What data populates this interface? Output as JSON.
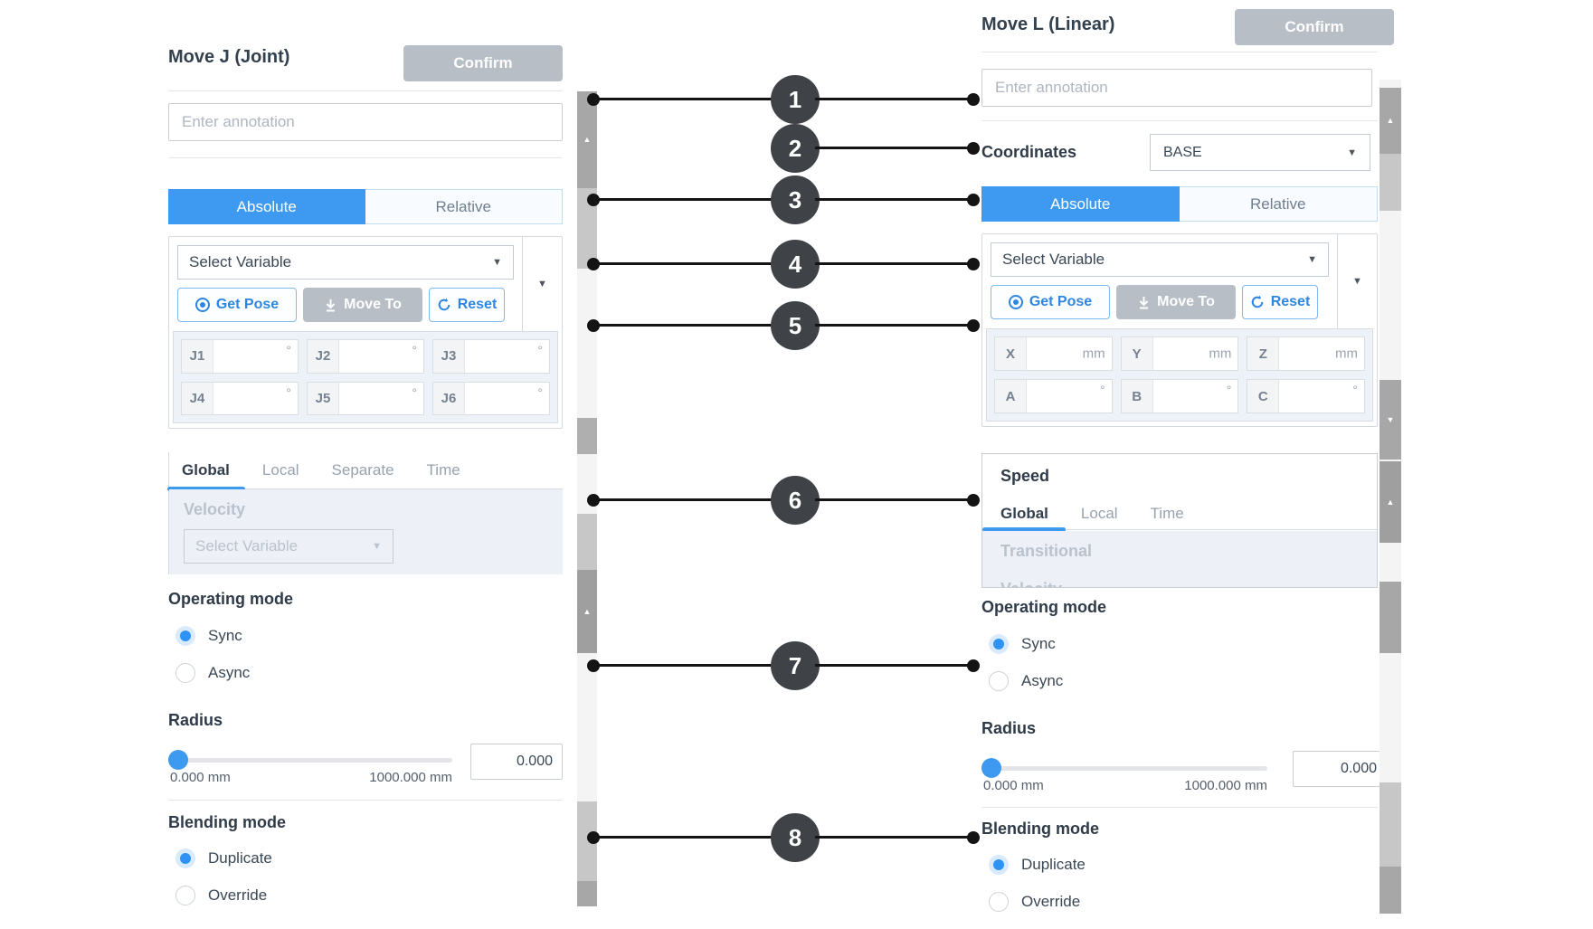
{
  "colors": {
    "accent_blue": "#3D9AF0",
    "button_gray": "#B7BEC6",
    "dark_text": "#33404E",
    "disabled_text": "#B9C2CD",
    "callout_bg": "#3F4347"
  },
  "left_panel": {
    "title": "Move J (Joint)",
    "confirm_label": "Confirm",
    "annotation_placeholder": "Enter annotation",
    "tab_absolute": "Absolute",
    "tab_relative": "Relative",
    "variable_select_placeholder": "Select Variable",
    "get_pose_label": "Get Pose",
    "move_to_label": "Move To",
    "reset_label": "Reset",
    "joint_fields": [
      {
        "label": "J1",
        "unit": "°"
      },
      {
        "label": "J2",
        "unit": "°"
      },
      {
        "label": "J3",
        "unit": "°"
      },
      {
        "label": "J4",
        "unit": "°"
      },
      {
        "label": "J5",
        "unit": "°"
      },
      {
        "label": "J6",
        "unit": "°"
      }
    ],
    "speed_tabs": {
      "global": "Global",
      "local": "Local",
      "separate": "Separate",
      "time": "Time"
    },
    "active_speed_tab": "Global",
    "velocity_label": "Velocity",
    "velocity_select_placeholder": "Select Variable",
    "operating_mode_label": "Operating mode",
    "sync_label": "Sync",
    "async_label": "Async",
    "operating_mode_selected": "Sync",
    "radius_label": "Radius",
    "radius_min": "0.000 mm",
    "radius_max": "1000.000 mm",
    "radius_value": "0.000",
    "blending_mode_label": "Blending mode",
    "duplicate_label": "Duplicate",
    "override_label": "Override",
    "blending_selected": "Duplicate"
  },
  "right_panel": {
    "title": "Move L (Linear)",
    "confirm_label": "Confirm",
    "annotation_placeholder": "Enter annotation",
    "coordinates_label": "Coordinates",
    "coordinates_value": "BASE",
    "tab_absolute": "Absolute",
    "tab_relative": "Relative",
    "variable_select_placeholder": "Select Variable",
    "get_pose_label": "Get Pose",
    "move_to_label": "Move To",
    "reset_label": "Reset",
    "pose_fields": [
      {
        "label": "X",
        "unit": "mm"
      },
      {
        "label": "Y",
        "unit": "mm"
      },
      {
        "label": "Z",
        "unit": "mm"
      },
      {
        "label": "A",
        "unit": "°"
      },
      {
        "label": "B",
        "unit": "°"
      },
      {
        "label": "C",
        "unit": "°"
      }
    ],
    "speed_section_label": "Speed",
    "speed_tabs": {
      "global": "Global",
      "local": "Local",
      "time": "Time"
    },
    "active_speed_tab": "Global",
    "transitional_label": "Transitional",
    "clipped_label": "Velocity",
    "operating_mode_label": "Operating mode",
    "sync_label": "Sync",
    "async_label": "Async",
    "operating_mode_selected": "Sync",
    "radius_label": "Radius",
    "radius_min": "0.000 mm",
    "radius_max": "1000.000 mm",
    "radius_value": "0.000",
    "blending_mode_label": "Blending mode",
    "duplicate_label": "Duplicate",
    "override_label": "Override",
    "blending_selected": "Duplicate"
  },
  "callouts": [
    {
      "n": "1"
    },
    {
      "n": "2"
    },
    {
      "n": "3"
    },
    {
      "n": "4"
    },
    {
      "n": "5"
    },
    {
      "n": "6"
    },
    {
      "n": "7"
    },
    {
      "n": "8"
    }
  ]
}
